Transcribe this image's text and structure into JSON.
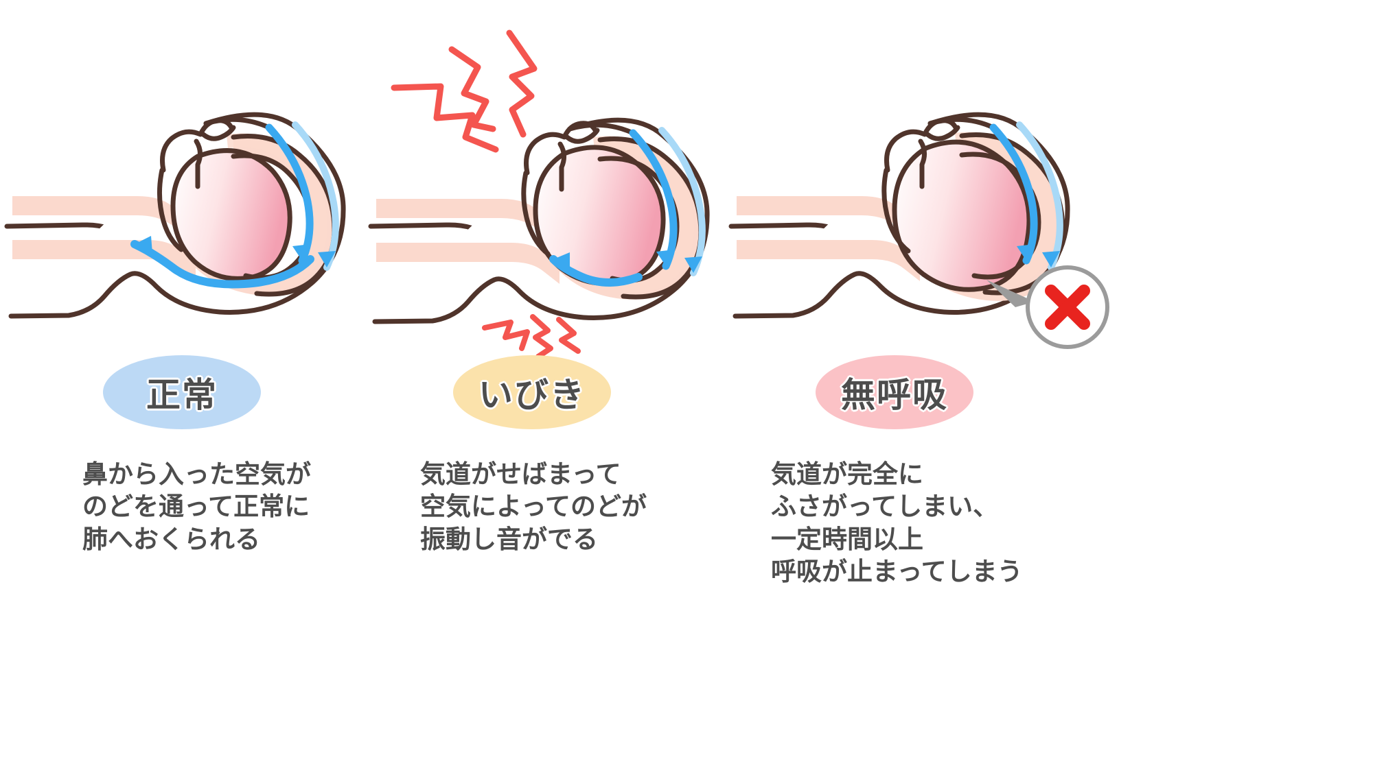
{
  "diagram": {
    "title_implicit": "Normal breathing, snoring and sleep apnea airway comparison",
    "colors": {
      "outline": "#50342b",
      "tissue_fill": "#fbd9cd",
      "tongue_gradient_from": "#ffffff",
      "tongue_gradient_to": "#f5a9b8",
      "airflow_arrow": "#3aa9f0",
      "airflow_arrow_light": "#a8d9f7",
      "sound_zigzag": "#f4554f",
      "blocked_mark": "#e8241f",
      "callout_circle": "#9b9b9b",
      "badge_normal": "#bcd9f5",
      "badge_snore": "#fbe2ab",
      "badge_apnea": "#fbc2c6",
      "text": "#4d4d4d"
    }
  },
  "panels": [
    {
      "id": "normal",
      "badge_label": "正常",
      "caption": "鼻から入った空気が\nのどを通って正常に\n肺へおくられる",
      "icons": [
        "nasal-airway-icon",
        "tongue-icon",
        "airflow-arrow-icon"
      ],
      "airway_state": "open"
    },
    {
      "id": "snore",
      "badge_label": "いびき",
      "caption": "気道がせばまって\n空気によってのどが\n振動し音がでる",
      "icons": [
        "nasal-airway-icon",
        "tongue-icon",
        "airflow-arrow-icon",
        "sound-zigzag-icon",
        "vibration-zigzag-icon"
      ],
      "airway_state": "narrowed"
    },
    {
      "id": "apnea",
      "badge_label": "無呼吸",
      "caption": "気道が完全に\nふさがってしまい、\n一定時間以上\n呼吸が止まってしまう",
      "icons": [
        "nasal-airway-icon",
        "tongue-icon",
        "airflow-arrow-icon",
        "blocked-x-icon",
        "callout-circle-icon"
      ],
      "airway_state": "blocked"
    }
  ]
}
